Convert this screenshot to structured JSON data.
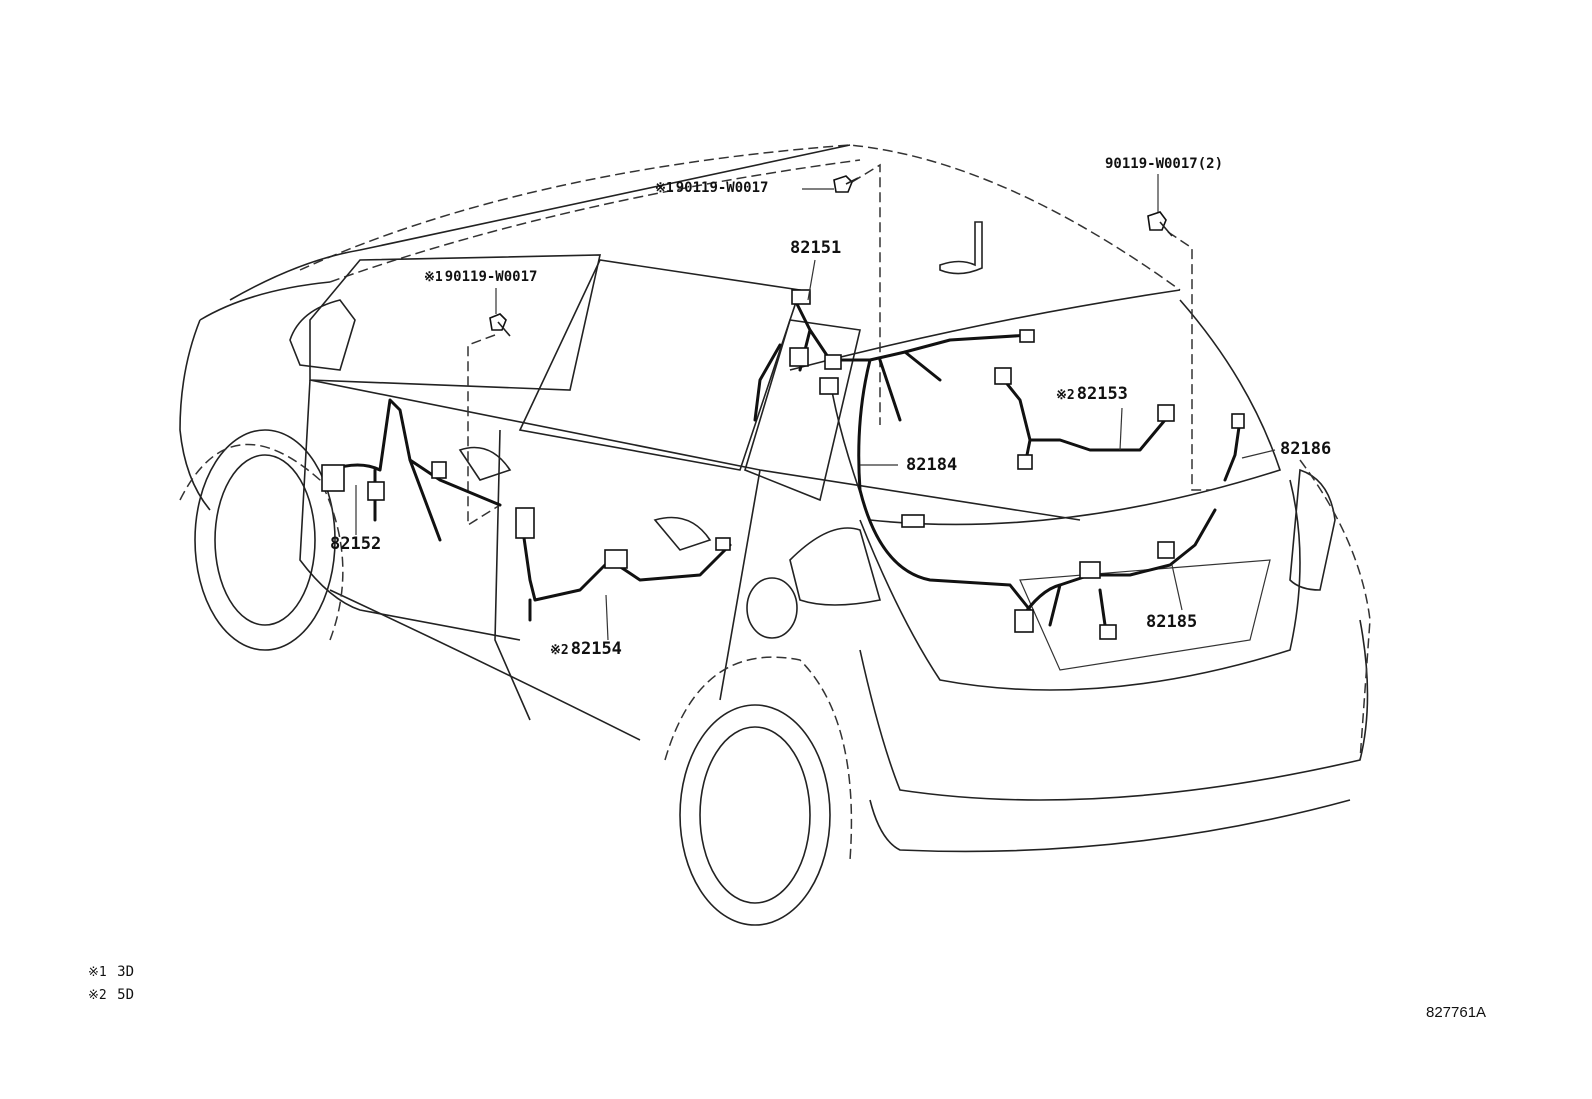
{
  "callouts": {
    "p82151": "82151",
    "p82152": "82152",
    "p82153": "82153",
    "p82154": "82154",
    "p82184": "82184",
    "p82185": "82185",
    "p82186": "82186",
    "bolt_left": "90119-W0017",
    "bolt_center": "90119-W0017",
    "bolt_right": "90119-W0017(2)",
    "mark1": "※1",
    "mark2": "※2"
  },
  "legend": [
    {
      "mark": "※1",
      "text": "3D"
    },
    {
      "mark": "※2",
      "text": "5D"
    }
  ],
  "diagram_id": "827761A"
}
